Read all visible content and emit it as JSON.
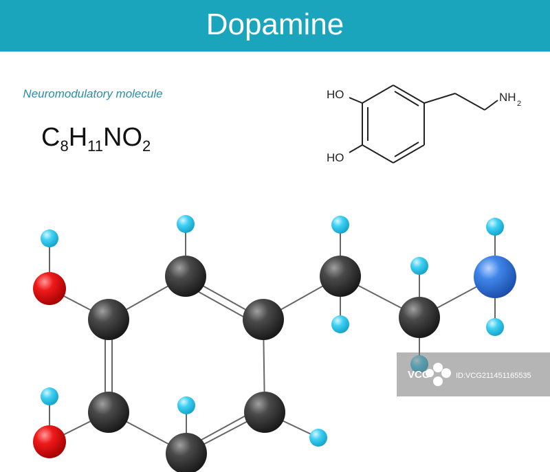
{
  "title": "Dopamine",
  "subtitle": "Neuromodulatory molecule",
  "formula": {
    "c": "C",
    "c_count": "8",
    "h": "H",
    "h_count": "11",
    "n": "N",
    "o": "O",
    "o_count": "2"
  },
  "skeletal": {
    "hydroxyl_top": "HO",
    "hydroxyl_bottom": "HO",
    "amine": "NH",
    "amine_sub": "2"
  },
  "atom_colors": {
    "carbon": "#2b2b2b",
    "oxygen": "#e8131a",
    "nitrogen": "#2e6fd6",
    "hydrogen": "#3cc9ec",
    "header": "#1ba5bd"
  },
  "watermark": {
    "logo": "VCG",
    "text": "ID:VCG211451165535"
  }
}
